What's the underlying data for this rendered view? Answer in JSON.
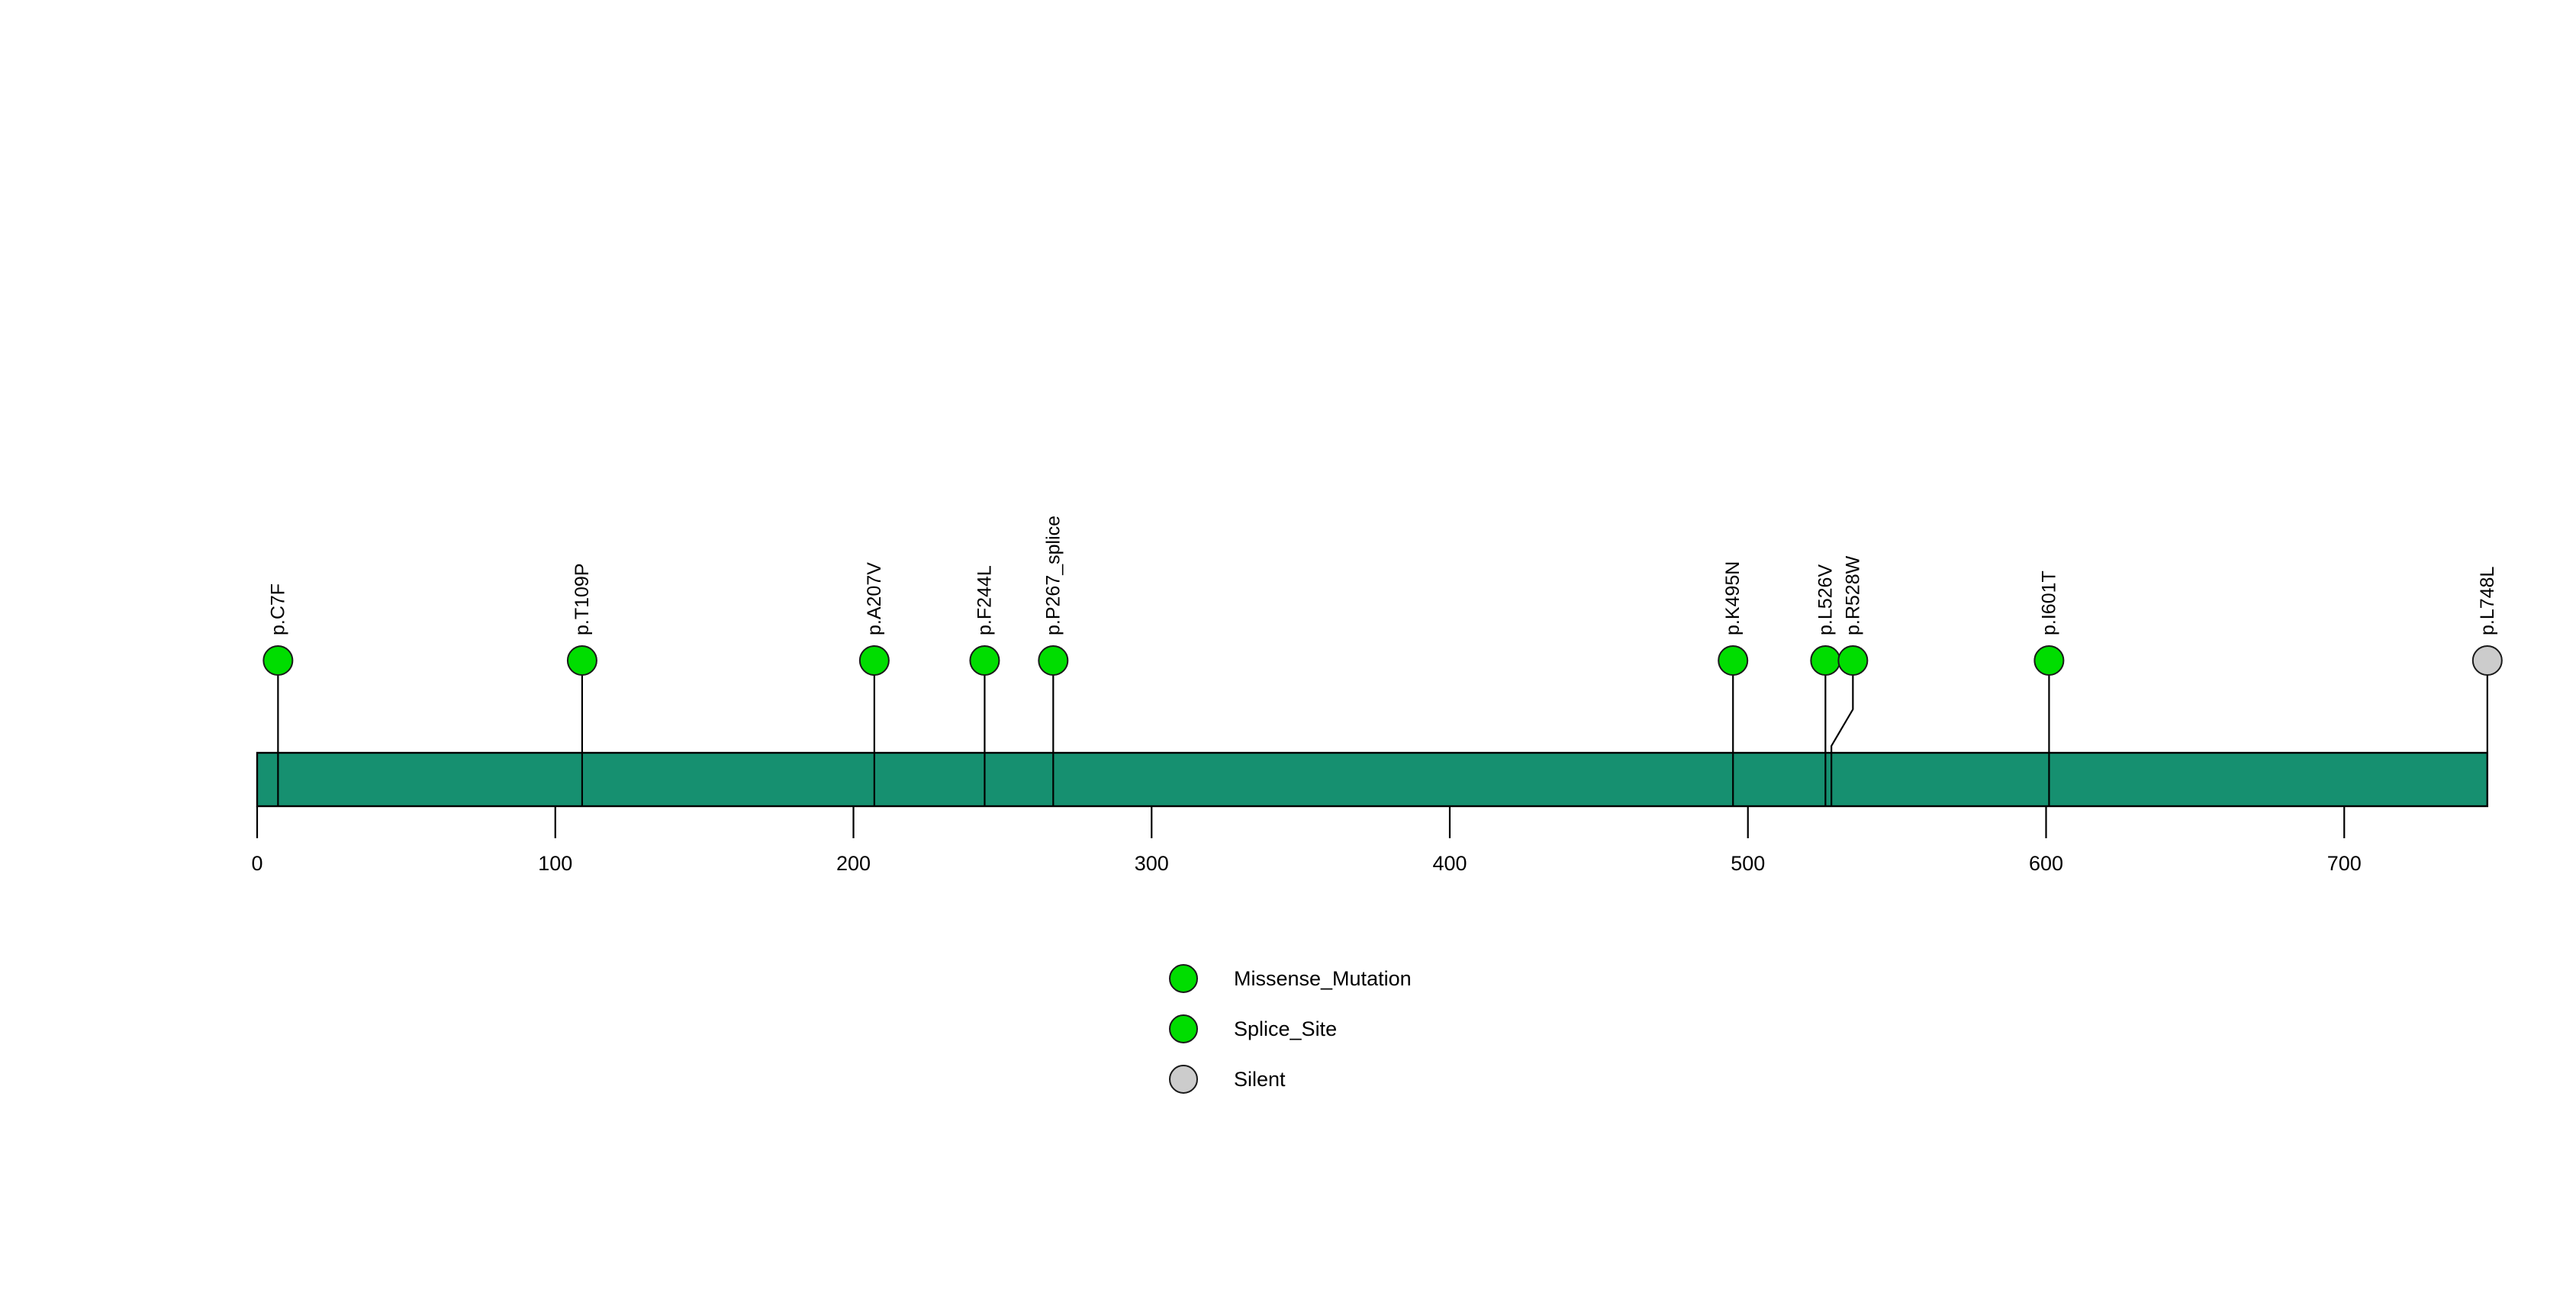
{
  "chart_data": {
    "type": "lollipop",
    "title": "",
    "xlabel": "",
    "ylabel": "",
    "protein_length": 748,
    "xlim": [
      0,
      748
    ],
    "axis_ticks": [
      0,
      100,
      200,
      300,
      400,
      500,
      600,
      700
    ],
    "grid": false,
    "legend_position": "bottom-center",
    "colors": {
      "missense": "#00dd00",
      "splice": "#00dd00",
      "silent": "#cccccc",
      "protein_backbone": "#169070",
      "stroke": "#000000"
    },
    "protein_backbone": {
      "label": "",
      "start": 0,
      "end": 748,
      "color": "#169070"
    },
    "categories": [
      "p.C7F",
      "p.T109P",
      "p.A207V",
      "p.F244L",
      "p.P267_splice",
      "p.K495N",
      "p.L526V",
      "p.R528W",
      "p.I601T",
      "p.L748L"
    ],
    "positions": [
      7,
      109,
      207,
      244,
      267,
      495,
      526,
      528,
      601,
      748
    ],
    "values": [
      1,
      1,
      1,
      1,
      1,
      1,
      1,
      1,
      1,
      1
    ],
    "mutations": [
      {
        "label": "p.C7F",
        "position": 7,
        "count": 1,
        "type": "Missense_Mutation",
        "color": "#00dd00"
      },
      {
        "label": "p.T109P",
        "position": 109,
        "count": 1,
        "type": "Missense_Mutation",
        "color": "#00dd00"
      },
      {
        "label": "p.A207V",
        "position": 207,
        "count": 1,
        "type": "Missense_Mutation",
        "color": "#00dd00"
      },
      {
        "label": "p.F244L",
        "position": 244,
        "count": 1,
        "type": "Missense_Mutation",
        "color": "#00dd00"
      },
      {
        "label": "p.P267_splice",
        "position": 267,
        "count": 1,
        "type": "Splice_Site",
        "color": "#00dd00"
      },
      {
        "label": "p.K495N",
        "position": 495,
        "count": 1,
        "type": "Missense_Mutation",
        "color": "#00dd00"
      },
      {
        "label": "p.L526V",
        "position": 526,
        "count": 1,
        "type": "Missense_Mutation",
        "color": "#00dd00"
      },
      {
        "label": "p.R528W",
        "position": 528,
        "count": 1,
        "type": "Missense_Mutation",
        "color": "#00dd00"
      },
      {
        "label": "p.I601T",
        "position": 601,
        "count": 1,
        "type": "Missense_Mutation",
        "color": "#00dd00"
      },
      {
        "label": "p.L748L",
        "position": 748,
        "count": 1,
        "type": "Silent",
        "color": "#cccccc"
      }
    ],
    "legend": [
      {
        "label": "Missense_Mutation",
        "color": "#00dd00"
      },
      {
        "label": "Splice_Site",
        "color": "#00dd00"
      },
      {
        "label": "Silent",
        "color": "#cccccc"
      }
    ]
  }
}
